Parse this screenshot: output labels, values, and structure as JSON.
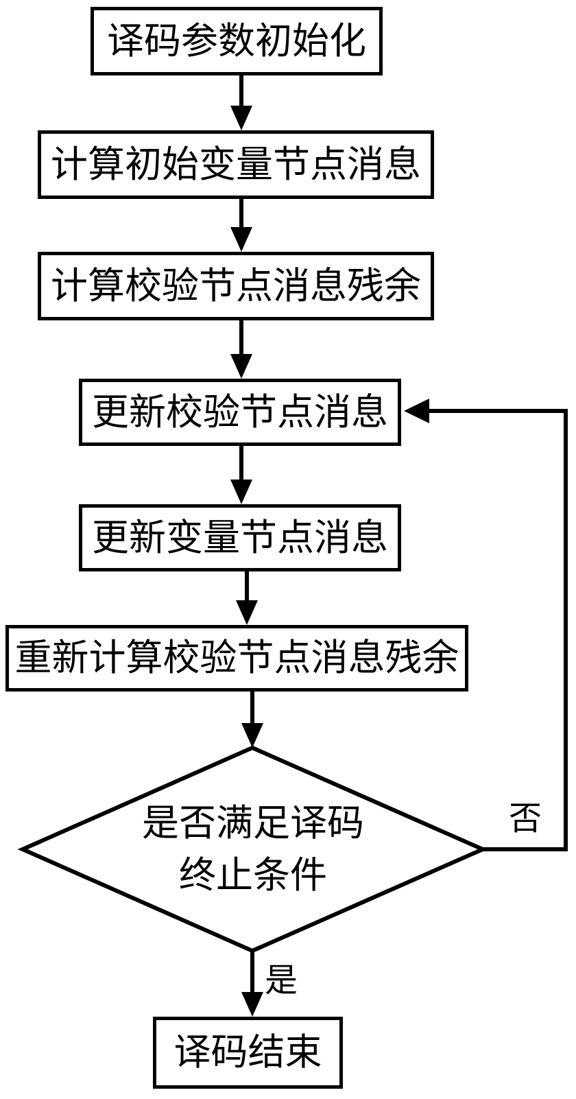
{
  "diagram": {
    "type": "flowchart",
    "colors": {
      "line": "#000000",
      "background": "#ffffff",
      "text": "#000000"
    },
    "nodes": [
      {
        "id": "init",
        "shape": "rect",
        "label": "译码参数初始化"
      },
      {
        "id": "calc-initial-variable-msgs",
        "shape": "rect",
        "label": "计算初始变量节点消息"
      },
      {
        "id": "calc-check-msg-residual",
        "shape": "rect",
        "label": "计算校验节点消息残余"
      },
      {
        "id": "update-check-msgs",
        "shape": "rect",
        "label": "更新校验节点消息"
      },
      {
        "id": "update-variable-msgs",
        "shape": "rect",
        "label": "更新变量节点消息"
      },
      {
        "id": "recalc-check-msg-residual",
        "shape": "rect",
        "label": "重新计算校验节点消息残余"
      },
      {
        "id": "termination-decision",
        "shape": "diamond",
        "label": "是否满足译码终止条件",
        "lines": [
          "是否满足译码",
          "终止条件"
        ]
      },
      {
        "id": "end",
        "shape": "rect",
        "label": "译码结束"
      }
    ],
    "edges": {
      "no_label": "否",
      "yes_label": "是"
    }
  }
}
